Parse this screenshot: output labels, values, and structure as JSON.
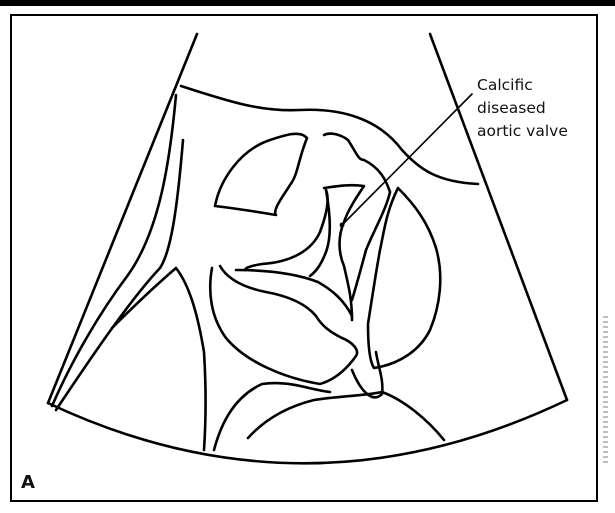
{
  "annotation": {
    "line1": "Calcific",
    "line2": "diseased",
    "line3": "aortic valve"
  },
  "panel_label": "A",
  "colors": {
    "stroke": "#000000",
    "background": "#ffffff"
  }
}
